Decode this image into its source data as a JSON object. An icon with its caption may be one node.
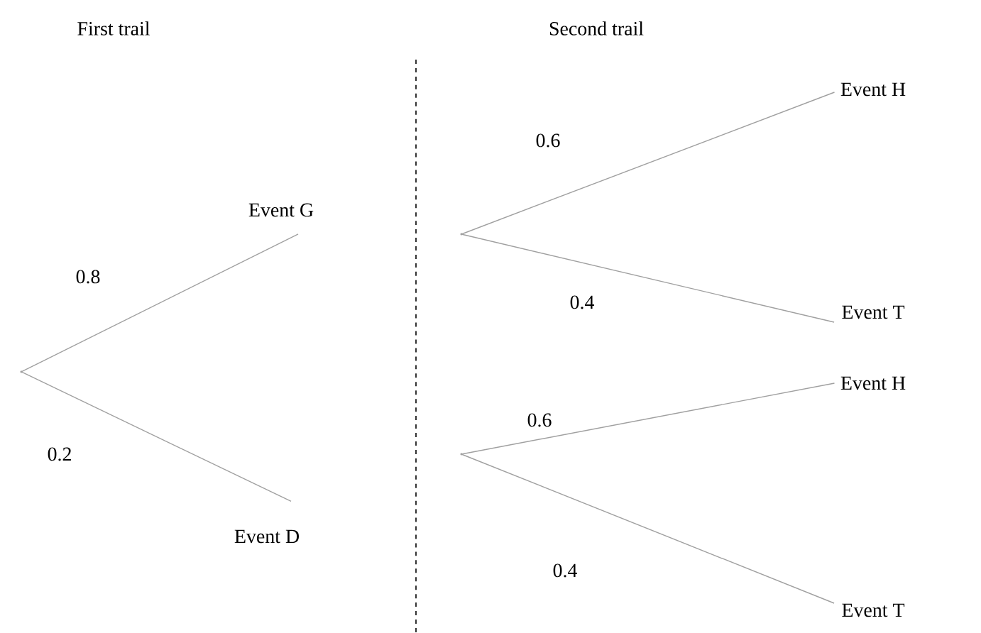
{
  "diagram": {
    "nodes": [
      {
        "text": [],
        "shape": "point"
      },
      {
        "text": [
          "Event G"
        ]
      },
      {
        "text": [
          "Event D"
        ]
      },
      {
        "text": [],
        "shape": "point"
      },
      {
        "text": [
          "Event H"
        ]
      },
      {
        "text": [
          "Event T"
        ]
      },
      {
        "text": [],
        "shape": "point"
      },
      {
        "text": [
          "Event H"
        ]
      },
      {
        "text": [
          "Event T"
        ]
      }
    ],
    "edges": [
      {
        "from": 0,
        "to": 1,
        "arrow": "none",
        "label": "0.8"
      },
      {
        "from": 0,
        "to": 2,
        "arrow": "none",
        "label": "0.2"
      },
      {
        "from": 3,
        "to": 4,
        "arrow": "none",
        "label": "0.6"
      },
      {
        "from": 3,
        "to": 5,
        "arrow": "none",
        "label": "0.4"
      },
      {
        "from": 6,
        "to": 7,
        "arrow": "none",
        "label": "0.6"
      },
      {
        "from": 6,
        "to": 8,
        "arrow": "none",
        "label": "0.4"
      }
    ],
    "labels": [
      "First trail",
      "Second trail"
    ]
  }
}
